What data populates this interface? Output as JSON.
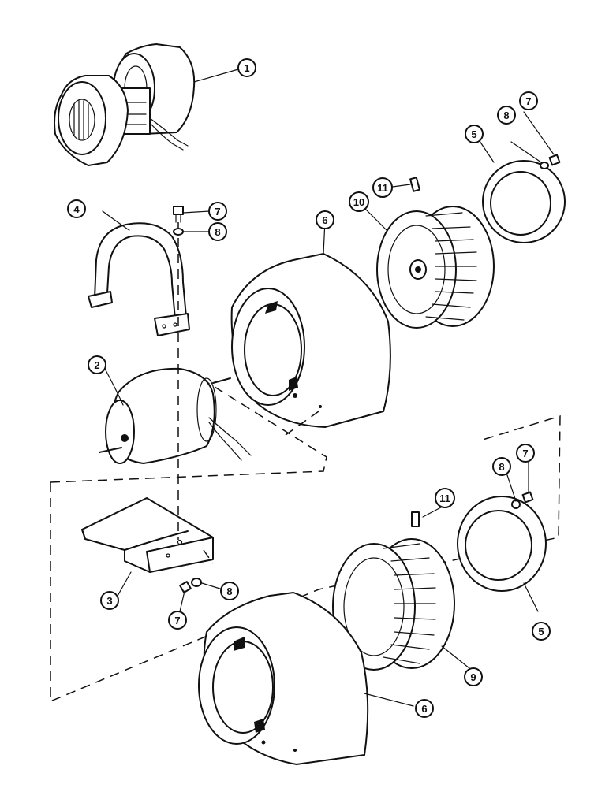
{
  "callouts": {
    "c1": "1",
    "c2": "2",
    "c3": "3",
    "c4": "4",
    "c5_top": "5",
    "c5_bottom": "5",
    "c6_top": "6",
    "c6_bottom": "6",
    "c7_top_right": "7",
    "c7_bracket": "7",
    "c7_mid_right": "7",
    "c7_bottom": "7",
    "c8_top_right": "8",
    "c8_bracket": "8",
    "c8_mid_right": "8",
    "c8_bottom": "8",
    "c9": "9",
    "c10": "10",
    "c11_top": "11",
    "c11_bottom": "11"
  },
  "colors": {
    "ink": "#111111",
    "paper": "#ffffff"
  }
}
